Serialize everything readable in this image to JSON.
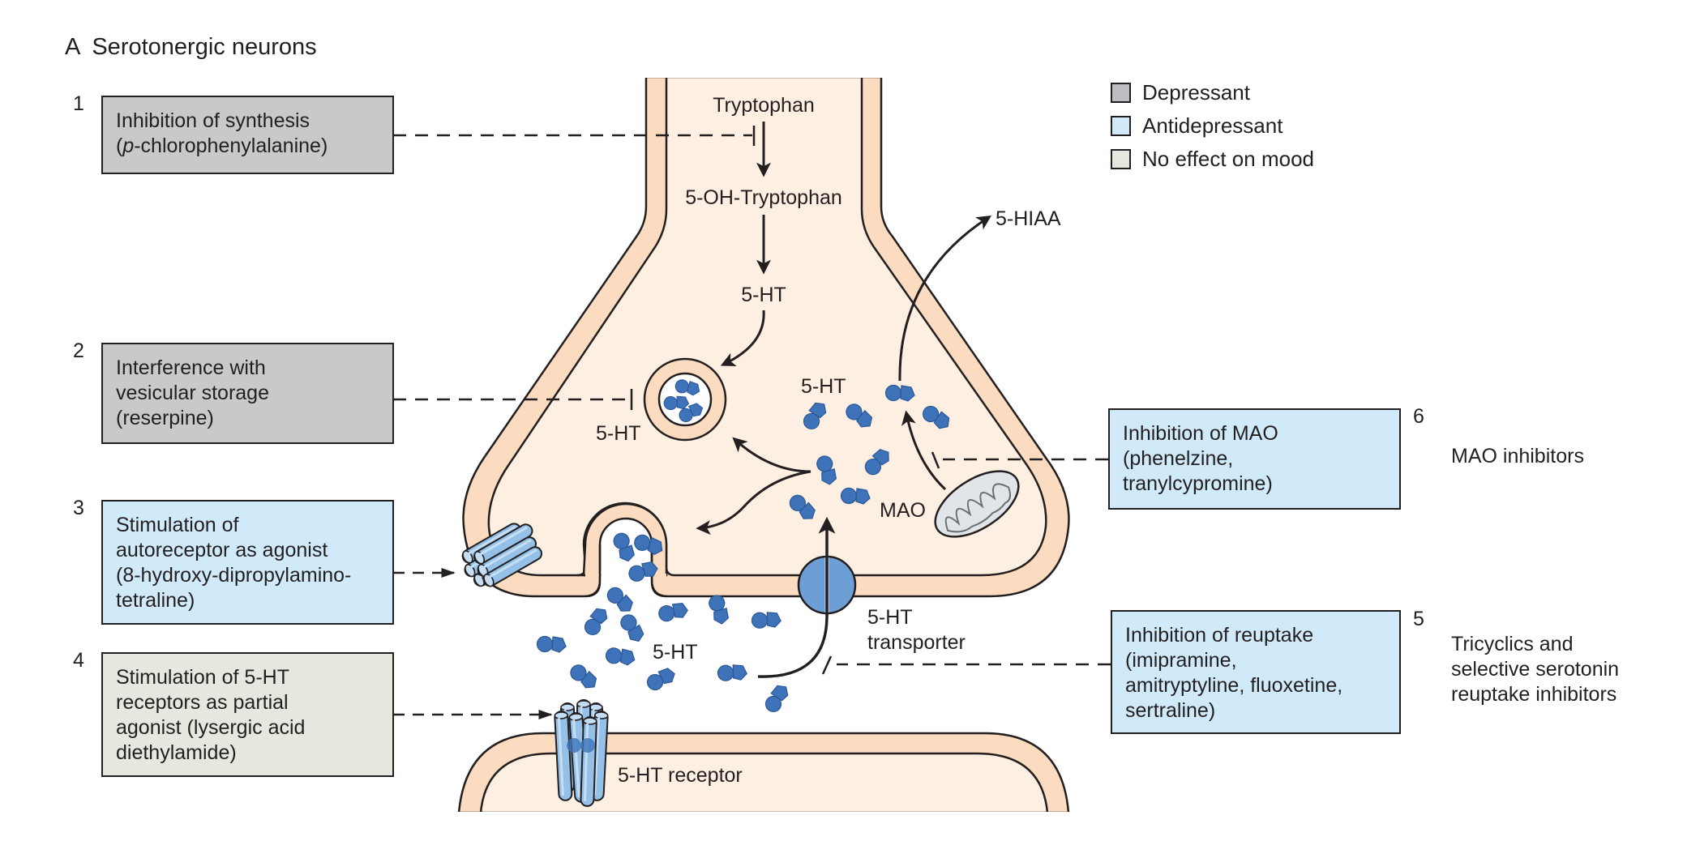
{
  "title": {
    "letter": "A",
    "text": "Serotonergic neurons"
  },
  "colors": {
    "depressant": "#c8c9cb",
    "antidepressant": "#d0eaf9",
    "no_effect": "#e6e7df",
    "cytoplasm": "#fdf0e2",
    "membrane": "#fbdcc0",
    "molecule": "#3f73b9",
    "receptor": "#95c1e8",
    "mitochondrion": "#dfe5e8",
    "ink": "#231f20"
  },
  "legend": [
    {
      "label": "Depressant",
      "category": "depressant"
    },
    {
      "label": "Antidepressant",
      "category": "antidepressant"
    },
    {
      "label": "No effect on mood",
      "category": "no_effect"
    }
  ],
  "boxes": [
    {
      "number": "1",
      "category": "depressant",
      "lines": [
        "Inhibition of synthesis",
        "(p-chlorophenylalanine)"
      ],
      "italic_prefix": "p"
    },
    {
      "number": "2",
      "category": "depressant",
      "lines": [
        "Interference with",
        "vesicular storage",
        "(reserpine)"
      ]
    },
    {
      "number": "3",
      "category": "antidepressant",
      "lines": [
        "Stimulation of",
        "autoreceptor as agonist",
        "(8-hydroxy-dipropylamino-",
        "tetraline)"
      ]
    },
    {
      "number": "4",
      "category": "no_effect",
      "lines": [
        "Stimulation of 5-HT",
        "receptors as partial",
        "agonist (lysergic acid",
        "diethylamide)"
      ]
    },
    {
      "number": "5",
      "category": "antidepressant",
      "lines": [
        "Inhibition of reuptake",
        "(imipramine,",
        "amitryptyline, fluoxetine,",
        "sertraline)"
      ]
    },
    {
      "number": "6",
      "category": "antidepressant",
      "lines": [
        "Inhibition of MAO",
        "(phenelzine,",
        "tranylcypromine)"
      ]
    }
  ],
  "side_labels": {
    "mao_inhibitors": [
      "MAO inhibitors"
    ],
    "reuptake_inhibitors": [
      "Tricyclics and",
      "selective serotonin",
      "reuptake inhibitors"
    ]
  },
  "diagram_labels": {
    "tryptophan": "Tryptophan",
    "hydroxytryptophan": "5-OH-Tryptophan",
    "serotonin_cytoplasm": "5-HT",
    "serotonin_vesicle": "5-HT",
    "serotonin_free": "5-HT",
    "serotonin_cleft": "5-HT",
    "metabolite": "5-HIAA",
    "enzyme": "MAO",
    "transporter_line1": "5-HT",
    "transporter_line2": "transporter",
    "receptor": "5-HT receptor"
  }
}
